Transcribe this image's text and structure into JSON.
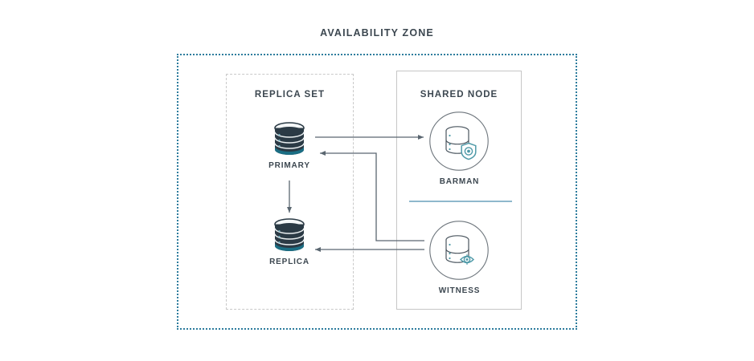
{
  "diagram": {
    "title": "AVAILABILITY ZONE",
    "groups": [
      {
        "id": "replica-set",
        "title": "REPLICA SET",
        "border_style": "dashed",
        "border_color": "#c9c9c9"
      },
      {
        "id": "shared-node",
        "title": "SHARED NODE",
        "border_style": "solid",
        "border_color": "#c6c6c6"
      }
    ],
    "nodes": [
      {
        "id": "primary",
        "label": "PRIMARY",
        "icon": "database-cylinder-filled-icon",
        "group": "replica-set"
      },
      {
        "id": "replica",
        "label": "REPLICA",
        "icon": "database-cylinder-filled-icon",
        "group": "replica-set"
      },
      {
        "id": "barman",
        "label": "BARMAN",
        "icon": "database-shield-circle-icon",
        "group": "shared-node"
      },
      {
        "id": "witness",
        "label": "WITNESS",
        "icon": "database-eye-circle-icon",
        "group": "shared-node"
      }
    ],
    "connections": [
      {
        "id": "primary-to-barman",
        "from": "primary",
        "to": "barman",
        "direction": "right"
      },
      {
        "id": "barman-to-primary",
        "from": "barman",
        "to": "primary",
        "direction": "left-elbow"
      },
      {
        "id": "primary-to-replica",
        "from": "primary",
        "to": "replica",
        "direction": "down"
      },
      {
        "id": "witness-to-replica",
        "from": "witness",
        "to": "replica",
        "direction": "left"
      }
    ],
    "colors": {
      "zone_border": "#2d7c9d",
      "group_border": "#c6c6c6",
      "text": "#3c4750",
      "db_dark": "#2b3a45",
      "db_teal": "#1b6e84",
      "accent_teal": "#4f9aa8",
      "divider": "#8fb8cc",
      "connector": "#5a6670"
    }
  }
}
